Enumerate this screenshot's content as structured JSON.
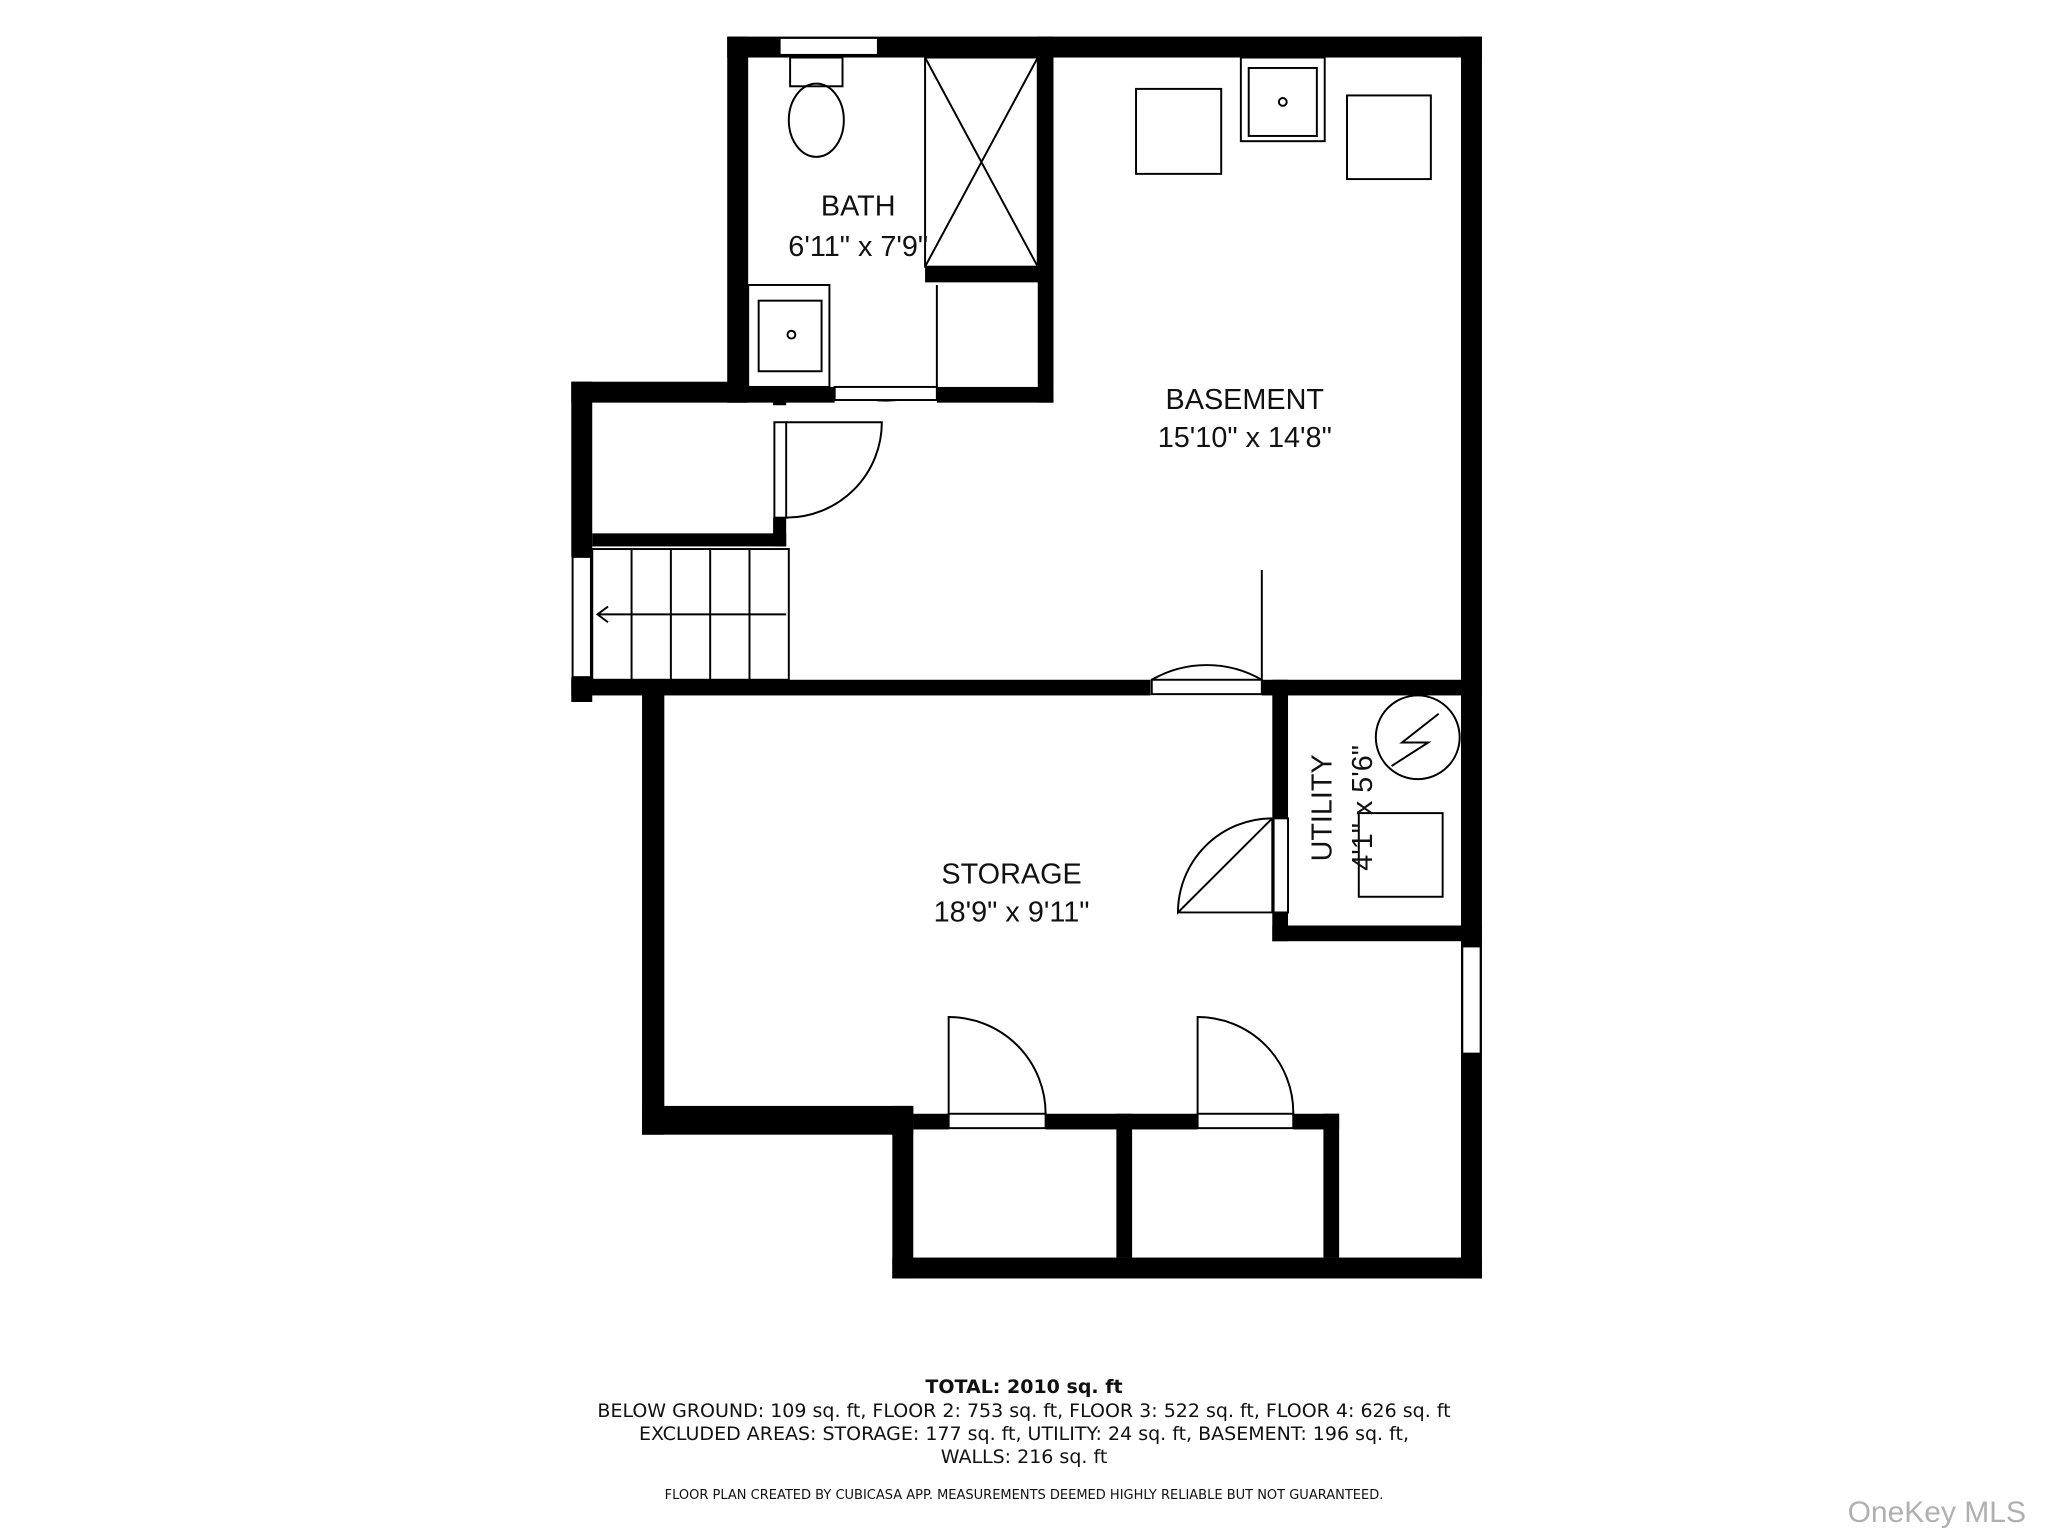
{
  "rooms": {
    "bath": {
      "name": "BATH",
      "dims": "6'11\" x 7'9\""
    },
    "basement": {
      "name": "BASEMENT",
      "dims": "15'10\" x 14'8\""
    },
    "storage": {
      "name": "STORAGE",
      "dims": "18'9\" x 9'11\""
    },
    "utility": {
      "name": "UTILITY",
      "dims": "4'1\" x 5'6\""
    }
  },
  "summary": {
    "total": "TOTAL: 2010 sq. ft",
    "line1": "BELOW GROUND: 109 sq. ft, FLOOR 2: 753 sq. ft, FLOOR 3: 522 sq. ft, FLOOR 4: 626 sq. ft",
    "line2": "EXCLUDED AREAS: STORAGE: 177 sq. ft, UTILITY: 24 sq. ft, BASEMENT: 196 sq. ft,",
    "line3": "WALLS: 216 sq. ft",
    "disclaimer": "FLOOR PLAN CREATED BY CUBICASA APP. MEASUREMENTS DEEMED HIGHLY RELIABLE BUT NOT GUARANTEED."
  },
  "watermark": "OneKey MLS",
  "colors": {
    "wall": "#000000",
    "watermark": "#b0b0b0"
  }
}
